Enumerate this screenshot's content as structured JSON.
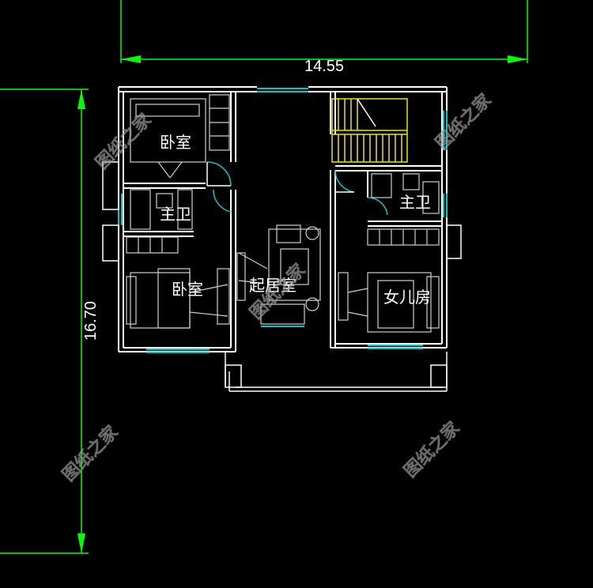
{
  "dimensions": {
    "width_label": "14.55",
    "height_label": "16.70"
  },
  "rooms": {
    "bedroom_top_left": "卧室",
    "bath_left": "主卫",
    "bedroom_bottom_left": "卧室",
    "living_room": "起居室",
    "bath_right": "主卫",
    "daughter_room": "女儿房"
  },
  "watermark": "图纸之家",
  "colors": {
    "background": "#000000",
    "dimension_line": "#00ff00",
    "wall": "#ffffff",
    "window": "#00c8c8",
    "stair": "#ffff00",
    "furniture": "#d8d8d8"
  }
}
